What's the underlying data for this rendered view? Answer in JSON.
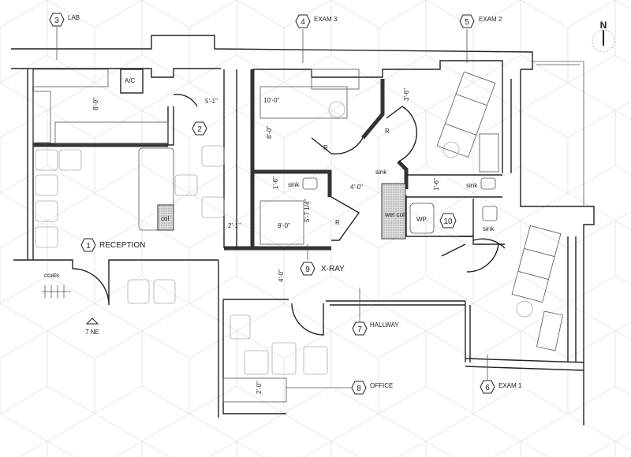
{
  "title": "Clinic Floor Plan",
  "rooms": [
    {
      "num": "1",
      "name": "RECEPTION"
    },
    {
      "num": "2",
      "name": ""
    },
    {
      "num": "3",
      "name": "LAB"
    },
    {
      "num": "4",
      "name": "EXAM 3"
    },
    {
      "num": "5",
      "name": "EXAM 2"
    },
    {
      "num": "6",
      "name": "EXAM 1"
    },
    {
      "num": "7",
      "name": "HALLWAY"
    },
    {
      "num": "8",
      "name": "OFFICE"
    },
    {
      "num": "9",
      "name": "X-RAY"
    },
    {
      "num": "10",
      "name": ""
    }
  ],
  "north_label": "N",
  "entry_marker": "7 NE",
  "fixtures": {
    "ac": "A/C",
    "coats": "coats",
    "col": "col",
    "wet_col": "wet col",
    "wp": "WP",
    "sink": "sink",
    "r": "R"
  },
  "dimensions": {
    "lab_depth": "8'-0\"",
    "corridor_width": "5'-1\"",
    "exam3_width": "10'-0\"",
    "exam3_depth": "8'-0\"",
    "exam2_offset": "3'-6\"",
    "xray_counter": "1'-6\"",
    "passage": "4'-0\"",
    "exam2_counter": "1'-6\"",
    "xray_depth": "5'-7 1/4\"",
    "xray_table": "8'-0\"",
    "wall_gap": "2'-1\"",
    "hall_width": "4'-0\"",
    "office_desk": "2'-0\""
  }
}
